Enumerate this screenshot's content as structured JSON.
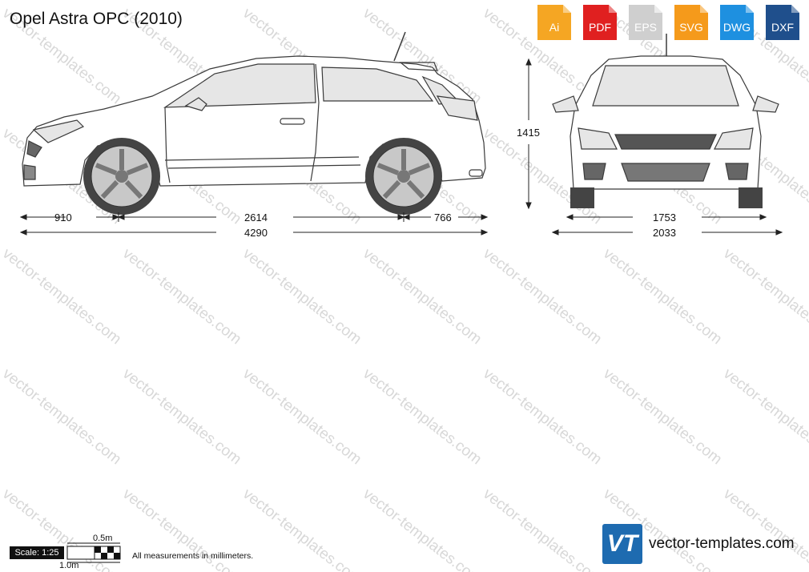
{
  "title": "Opel Astra OPC (2010)",
  "watermark": "vector-templates.com",
  "formats": [
    {
      "label": "Ai",
      "color": "#f5a623",
      "icon": "ai-file-icon"
    },
    {
      "label": "PDF",
      "color": "#e02020",
      "icon": "pdf-file-icon"
    },
    {
      "label": "EPS",
      "color": "#cfcfcf",
      "icon": "eps-file-icon"
    },
    {
      "label": "SVG",
      "color": "#f59a1b",
      "icon": "svg-file-icon"
    },
    {
      "label": "DWG",
      "color": "#1e90e0",
      "icon": "dwg-file-icon"
    },
    {
      "label": "DXF",
      "color": "#1f4f8c",
      "icon": "dxf-file-icon"
    }
  ],
  "dimensions": {
    "front_overhang": "910",
    "wheelbase": "2614",
    "rear_overhang": "766",
    "length": "4290",
    "height": "1415",
    "track": "1753",
    "width_mirrors": "2033"
  },
  "scale": {
    "label": "Scale: 1:25",
    "half_meter": "0.5m",
    "one_meter": "1.0m"
  },
  "note": "All measurements in millimeters.",
  "brand": {
    "logo": "VT",
    "name": "vector-templates.com"
  },
  "colors": {
    "body_stroke": "#3a3a3a",
    "glass": "#e6e6e6",
    "tire": "#444444",
    "wheel": "#c8c8c8"
  }
}
